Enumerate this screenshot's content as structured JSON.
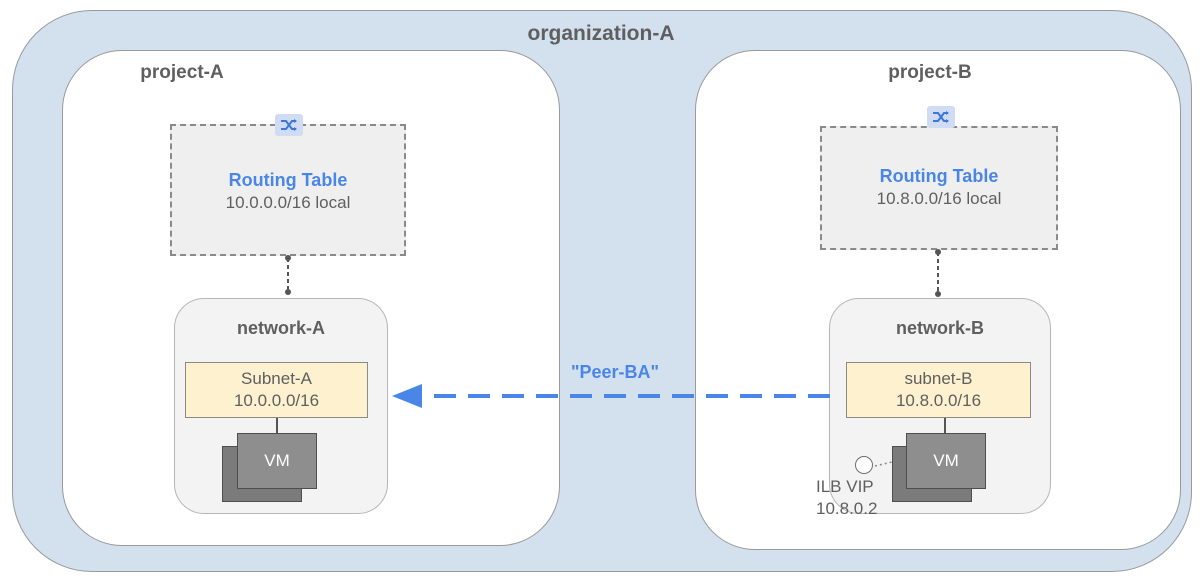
{
  "organization": {
    "title": "organization-A"
  },
  "projects": [
    {
      "title": "project-A",
      "routing_table": {
        "title": "Routing Table",
        "route": "10.0.0.0/16 local",
        "icon": "router-shuffle-icon"
      },
      "network": {
        "title": "network-A",
        "subnet": {
          "name": "Subnet-A",
          "cidr": "10.0.0.0/16"
        },
        "vm_label": "VM"
      }
    },
    {
      "title": "project-B",
      "routing_table": {
        "title": "Routing Table",
        "route": "10.8.0.0/16 local",
        "icon": "router-shuffle-icon"
      },
      "network": {
        "title": "network-B",
        "subnet": {
          "name": "subnet-B",
          "cidr": "10.8.0.0/16"
        },
        "vm_label": "VM",
        "ilb": {
          "line1": "ILB VIP",
          "line2": "10.8.0.2"
        }
      }
    }
  ],
  "peering": {
    "label": "\"Peer-BA\"",
    "color": "#4a86e8"
  },
  "colors": {
    "organization_fill": "#d3e0ee",
    "subnet_fill": "#fdf1cf",
    "routing_title": "#4a86e8",
    "vm_fill": "#8e8e8e"
  }
}
